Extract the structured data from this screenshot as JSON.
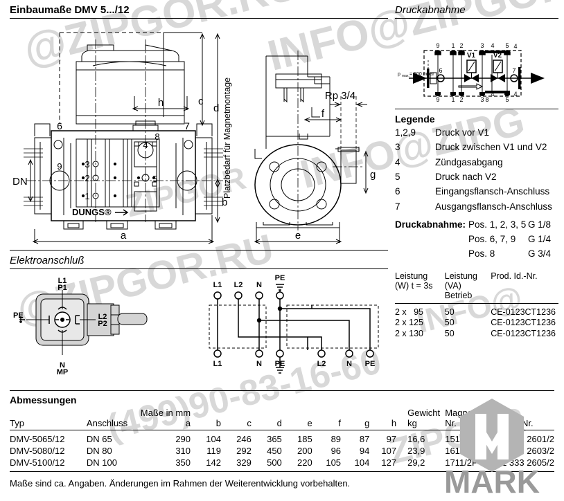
{
  "sections": {
    "einbaumasse_title": "Einbaumaße DMV 5.../12",
    "elektro_title": "Elektroanschluß",
    "druckabnahme_title": "Druckabnahme",
    "legende_title": "Legende",
    "abmessungen_title": "Abmessungen"
  },
  "drawing": {
    "platzbedarf": "Platzbedarf für Magnetmontage",
    "dn_label": "DN",
    "rp_label": "Rp 3/4",
    "brand": "DUNGS®",
    "dim_a": "a",
    "dim_b": "b",
    "dim_c": "c",
    "dim_d": "d",
    "dim_e": "e",
    "dim_f": "f",
    "dim_g": "g",
    "dim_h": "h",
    "pos_1": "1",
    "pos_2": "2",
    "pos_3": "3",
    "pos_4": "4",
    "pos_5": "5",
    "pos_6": "6",
    "pos_7": "7",
    "pos_8": "8",
    "pos_9": "9"
  },
  "schematic": {
    "pmax": "p",
    "pmax_sub": "max.",
    "pmax_val": "= 500 mbar",
    "v1": "V1",
    "v2": "V2",
    "top_labels": [
      "9",
      "1",
      "2",
      "3",
      "4",
      "5",
      "4"
    ],
    "bottom_labels": [
      "9",
      "1",
      "2",
      "3",
      "4",
      "8",
      "4",
      "5"
    ],
    "inlet": "6",
    "outlet": "7"
  },
  "connector": {
    "l1": "L1",
    "p1": "P1",
    "l2": "L2",
    "p2": "P2",
    "n": "N",
    "mp": "MP",
    "pe": "PE"
  },
  "wiring": {
    "top": [
      "L1",
      "L2",
      "N",
      "PE"
    ],
    "bottom_left": [
      "L1",
      "N",
      "PE"
    ],
    "bottom_right": [
      "L2",
      "N",
      "PE"
    ]
  },
  "legende": [
    {
      "key": "1,2,9",
      "value": "Druck vor V1"
    },
    {
      "key": "3",
      "value": "Druck zwischen V1 und V2"
    },
    {
      "key": "4",
      "value": "Zündgasabgang"
    },
    {
      "key": "5",
      "value": "Druck nach V2"
    },
    {
      "key": "6",
      "value": "Eingangsflansch-Anschluss"
    },
    {
      "key": "7",
      "value": "Ausgangsflansch-Anschluss"
    }
  ],
  "druckabnahme_spec": {
    "label": "Druckabnahme:",
    "rows": [
      {
        "pos": "Pos. 1, 2, 3, 5",
        "thread": "G 1/8"
      },
      {
        "pos": "Pos. 6, 7, 9",
        "thread": "G 1/4"
      },
      {
        "pos": "Pos. 8",
        "thread": "G 3/4"
      }
    ]
  },
  "power_table": {
    "headers": {
      "w_line1": "Leistung",
      "w_line2": "(W) t = 3s",
      "va_line1": "Leistung",
      "va_line2": "(VA) Betrieb",
      "id_line1": "Prod. Id.-Nr.",
      "id_line2": ""
    },
    "rows": [
      {
        "w": "2 x   95",
        "va": "50",
        "id": "CE-0123CT1236"
      },
      {
        "w": "2 x 125",
        "va": "50",
        "id": "CE-0123CT1236"
      },
      {
        "w": "2 x 130",
        "va": "50",
        "id": "CE-0123CT1236"
      }
    ]
  },
  "abmessungen": {
    "headers": {
      "typ": "Typ",
      "anschluss": "Anschluss",
      "masse": "Maße in mm",
      "a": "a",
      "b": "b",
      "c": "c",
      "d": "d",
      "e": "e",
      "f": "f",
      "g": "g",
      "h": "h",
      "gewicht_l1": "Gewicht",
      "gewicht_l2": "kg",
      "magnet_l1": "Magnet-",
      "magnet_l2": "Nr.",
      "bestell_l1": "Bestell-Nr.",
      "bestell_l2": ""
    },
    "rows": [
      {
        "typ": "DMV-5065/12",
        "anschluss": "DN 65",
        "a": "290",
        "b": "104",
        "c": "246",
        "d": "365",
        "e": "185",
        "f": "89",
        "g": "87",
        "h": "97",
        "gewicht": "16,6",
        "magnet": "1511/2P",
        "bestell": "151 333 2601/2"
      },
      {
        "typ": "DMV-5080/12",
        "anschluss": "DN 80",
        "a": "310",
        "b": "119",
        "c": "292",
        "d": "450",
        "e": "200",
        "f": "96",
        "g": "94",
        "h": "107",
        "gewicht": "23,9",
        "magnet": "1611/2P",
        "bestell": "151 333 2603/2"
      },
      {
        "typ": "DMV-5100/12",
        "anschluss": "DN 100",
        "a": "350",
        "b": "142",
        "c": "329",
        "d": "500",
        "e": "220",
        "f": "105",
        "g": "104",
        "h": "127",
        "gewicht": "29,2",
        "magnet": "1711/2P",
        "bestell": "151 333 2605/2"
      }
    ],
    "footnote": "Maße sind ca. Angaben. Änderungen im Rahmen der Weiterentwicklung vorbehalten."
  },
  "watermarks": {
    "w1": "@ZIPGOR.RU",
    "w2": "INFO@ZIPGOR.RU",
    "w3": "@ZIPGOR.RU",
    "w4": "INFO@ZIPG",
    "w5": "(499)90-83-16-60",
    "w6": "ZIPGOR",
    "w7": "ZIPGOR",
    "w8": "INFO@",
    "mark": "MARK"
  }
}
